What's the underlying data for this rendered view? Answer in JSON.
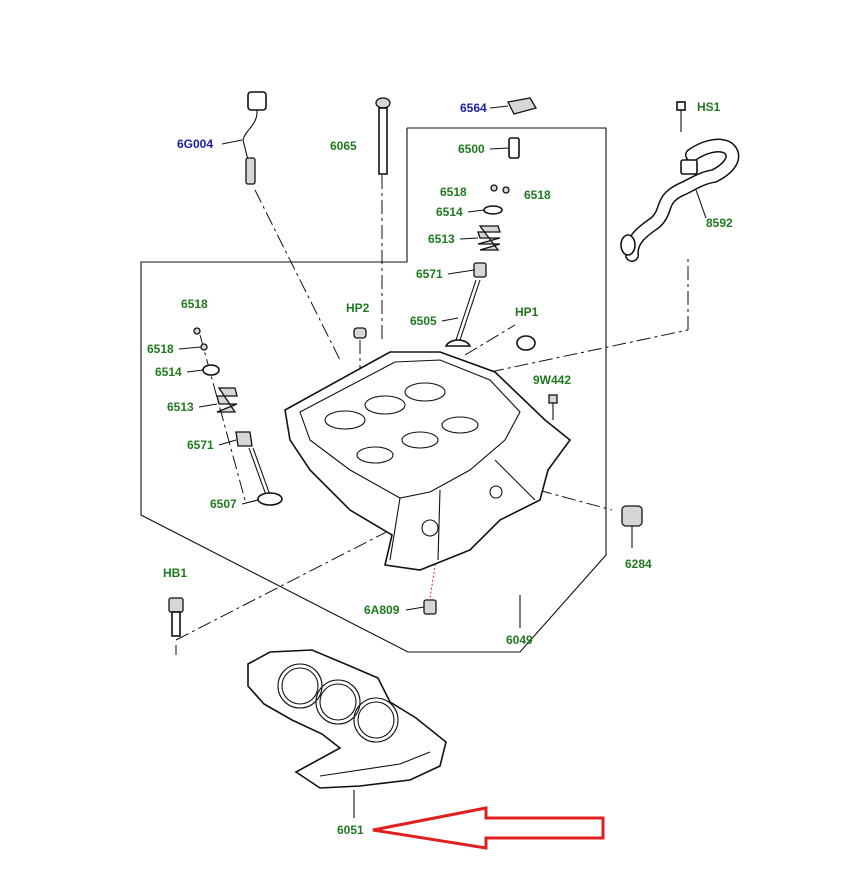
{
  "diagram": {
    "part_labels": {
      "p6G004": "6G004",
      "p6065": "6065",
      "p6564": "6564",
      "p6500": "6500",
      "p6518_top_a": "6518",
      "p6518_top_b": "6518",
      "p6514_top": "6514",
      "p6513_top": "6513",
      "p6571_top": "6571",
      "p6505": "6505",
      "pHS1": "HS1",
      "p8592": "8592",
      "pHP2": "HP2",
      "pHP1": "HP1",
      "p9W442": "9W442",
      "p6518_left_a": "6518",
      "p6518_left_b": "6518",
      "p6514_left": "6514",
      "p6513_left": "6513",
      "p6571_left": "6571",
      "p6507": "6507",
      "pHB1": "HB1",
      "p6284": "6284",
      "p6A809": "6A809",
      "p6049": "6049",
      "p6051": "6051"
    },
    "colors": {
      "label_green": "#1f7a1f",
      "label_blue": "#1c1ca8",
      "highlight_arrow": "#e02020",
      "line": "#111111"
    },
    "highlight": {
      "target": "6051",
      "shape": "arrow-outline"
    }
  }
}
